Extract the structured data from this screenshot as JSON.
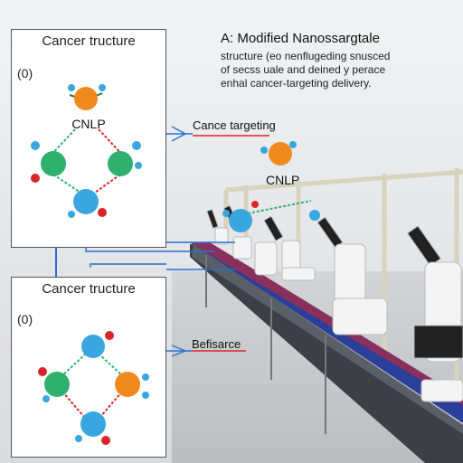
{
  "header": {
    "title": "A: Modified Nanossargtale",
    "lines": [
      "structure (eo nenflugeding snusced",
      "of secss uale and deined y perace",
      "enhal cancer-targeting delivery."
    ]
  },
  "panel_top": {
    "title": "Cancer tructure",
    "mark": "(0)",
    "label": "CNLP"
  },
  "panel_bottom": {
    "title": "Cancer tructure",
    "mark": "(0)"
  },
  "callouts": {
    "targeting": "Cance targeting",
    "biofisarce": "Befisarce",
    "cnlp": "CNLP"
  },
  "colors": {
    "orange": "#f08a1e",
    "green": "#2eb06e",
    "blue": "#3aa6e0",
    "red_tip": "#d8242a",
    "bench_blue": "#2b3f9a",
    "arrow_blue": "#2a6fd0"
  }
}
